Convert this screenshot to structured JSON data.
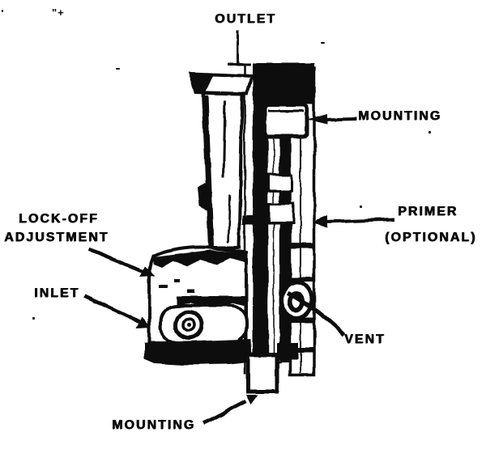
{
  "figure": {
    "colors": {
      "ink": "#0b0b0b",
      "paper": "#ffffff"
    },
    "callouts": {
      "outlet": "OUTLET",
      "mounting_top": "MOUNTING",
      "primer_line1": "PRIMER",
      "primer_line2": "(OPTIONAL)",
      "lockoff_line1": "LOCK-OFF",
      "lockoff_line2": "ADJUSTMENT",
      "inlet": "INLET",
      "vent": "VENT",
      "mounting_bottom": "MOUNTING"
    },
    "stray_mark": "\"+"
  }
}
